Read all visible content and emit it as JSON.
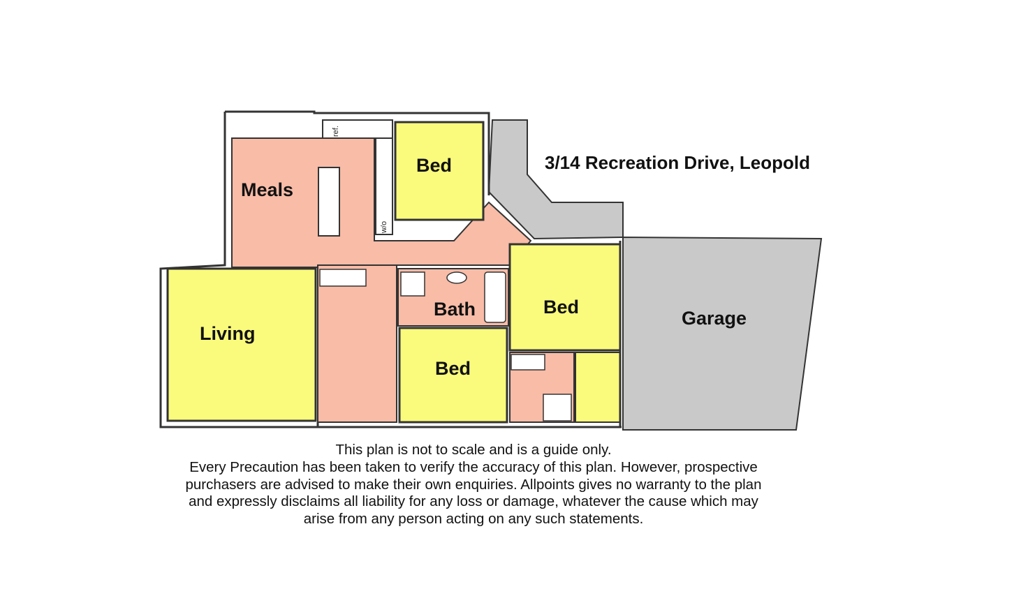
{
  "address": "3/14 Recreation Drive, Leopold",
  "colors": {
    "living_zone": "#fafa7c",
    "wet_zone": "#f8bca7",
    "garage_zone": "#c9c9c9",
    "walls": "#333333"
  },
  "rooms": {
    "meals": "Meals",
    "living": "Living",
    "bed1": "Bed",
    "bed2": "Bed",
    "bed3": "Bed",
    "bath": "Bath",
    "garage": "Garage"
  },
  "fixtures": {
    "fridge": "ref.",
    "wardrobe": "w/o"
  },
  "disclaimer": [
    "This plan is not to scale and is a guide only.",
    "Every Precaution has been taken to verify the accuracy of this plan.  However, prospective",
    "purchasers are advised to make their own enquiries.  Allpoints gives no warranty to the plan",
    "and expressly disclaims all liability for any loss or damage, whatever the cause which may",
    "arise from any person acting on any such statements."
  ]
}
